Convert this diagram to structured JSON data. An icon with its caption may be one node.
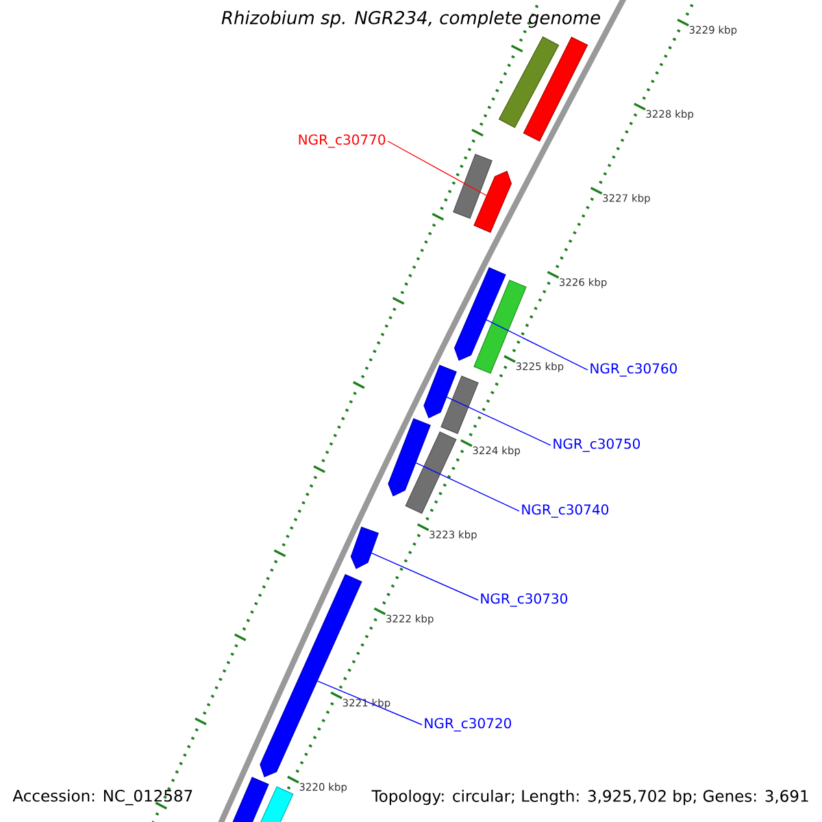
{
  "diagram": {
    "title": "Rhizobium sp. NGR234, complete genome",
    "nodes": [
      {
        "text": [
          "NGR_c30770"
        ]
      },
      {
        "text": [
          "NGR_c30760"
        ]
      },
      {
        "text": [
          "NGR_c30750"
        ]
      },
      {
        "text": [
          "NGR_c30740"
        ]
      },
      {
        "text": [
          "NGR_c30730"
        ]
      },
      {
        "text": [
          "NGR_c30720"
        ]
      },
      {
        "text": [],
        "shape": "bar"
      },
      {
        "text": [],
        "shape": "bar"
      },
      {
        "text": [],
        "shape": "bar"
      },
      {
        "text": [],
        "shape": "arrow"
      },
      {
        "text": [],
        "shape": "arrow"
      },
      {
        "text": [],
        "shape": "bar"
      },
      {
        "text": [],
        "shape": "arrow"
      },
      {
        "text": [],
        "shape": "bar"
      },
      {
        "text": [],
        "shape": "arrow"
      },
      {
        "text": [],
        "shape": "bar"
      },
      {
        "text": [],
        "shape": "arrow"
      },
      {
        "text": [],
        "shape": "arrow"
      },
      {
        "text": [],
        "shape": "bar"
      },
      {
        "text": [],
        "shape": "bar"
      }
    ],
    "edges": [
      {
        "from": 0,
        "to": 9,
        "arrow": "none",
        "color": "#ff0000"
      },
      {
        "from": 1,
        "to": 10,
        "arrow": "none"
      },
      {
        "from": 2,
        "to": 12,
        "arrow": "none"
      },
      {
        "from": 3,
        "to": 14,
        "arrow": "none"
      },
      {
        "from": 4,
        "to": 16,
        "arrow": "none"
      },
      {
        "from": 5,
        "to": 17,
        "arrow": "none"
      }
    ],
    "labels": [
      "3229 kbp",
      "3228 kbp",
      "3227 kbp",
      "3226 kbp",
      "3225 kbp",
      "3224 kbp",
      "3223 kbp",
      "3222 kbp",
      "3221 kbp",
      "3220 kbp",
      "Accession: NC_012587",
      "Topology: circular; Length: 3,925,702 bp; Genes: 3,691"
    ]
  }
}
